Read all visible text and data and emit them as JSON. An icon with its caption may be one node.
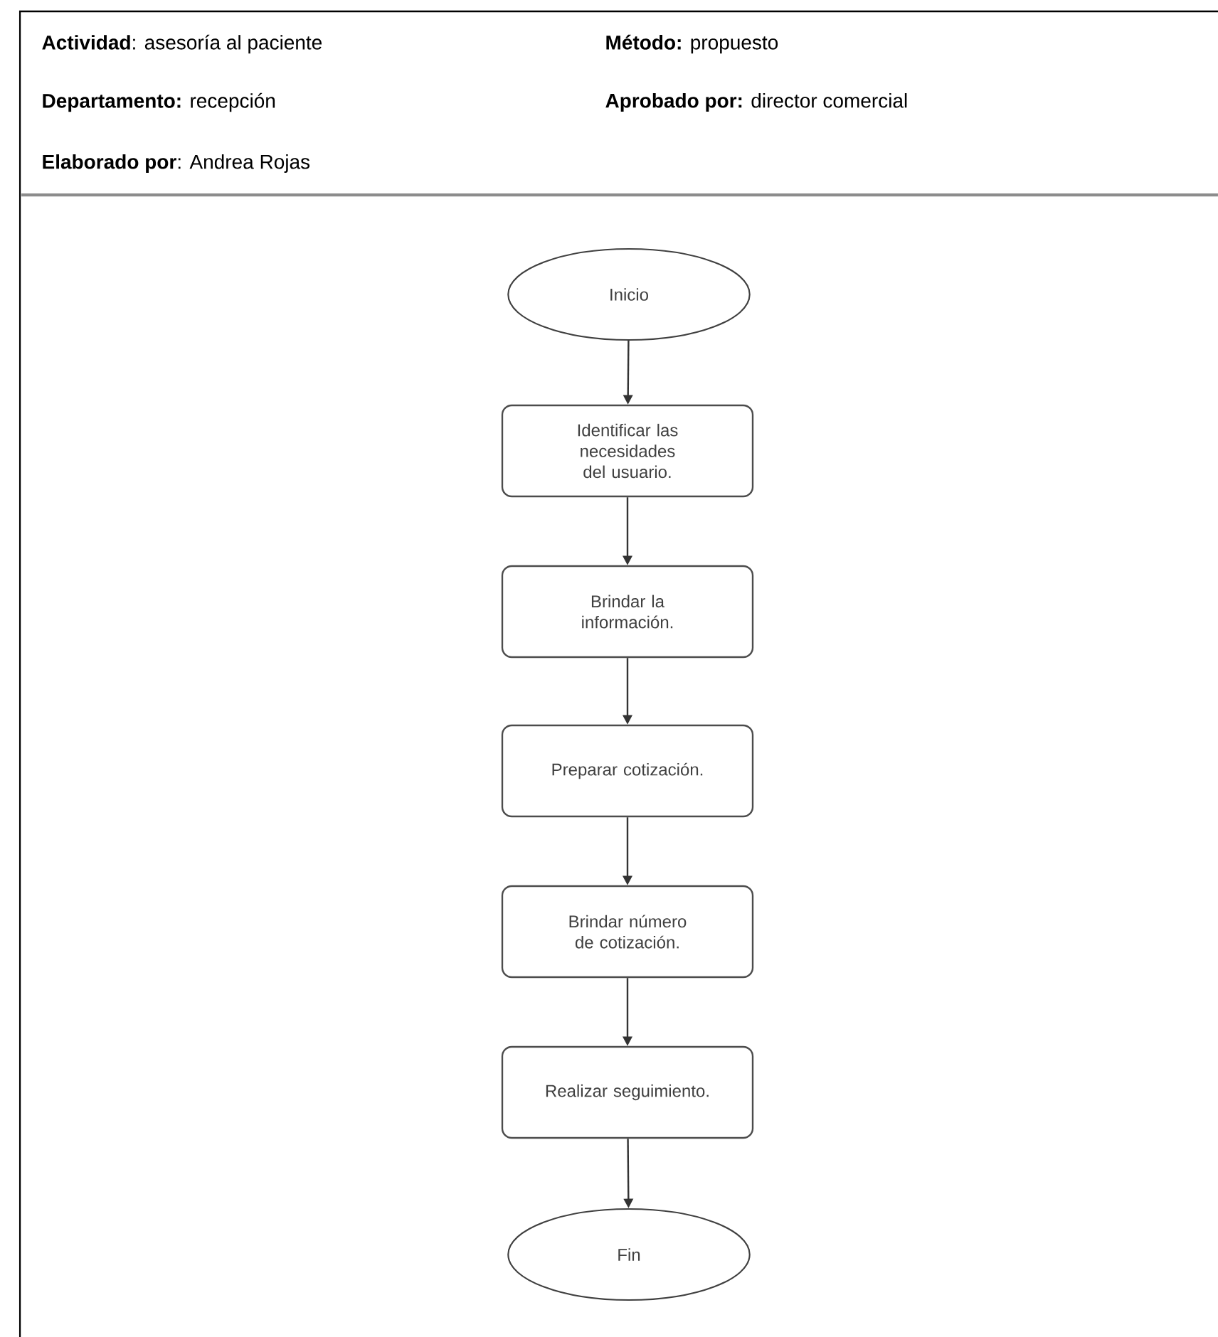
{
  "diagram": {
    "nodes": [
      {
        "text": [
          "Inicio"
        ]
      },
      {
        "text": [
          "Identificar las necesidades del usuario."
        ]
      },
      {
        "text": [
          "Brindar la información."
        ]
      },
      {
        "text": [
          "Preparar cotización."
        ]
      },
      {
        "text": [
          "Brindar número de cotización."
        ]
      },
      {
        "text": [
          "Realizar seguimiento."
        ]
      },
      {
        "text": [
          "Fin"
        ]
      }
    ],
    "edges": [
      {
        "from": 0,
        "to": 1,
        "arrow": "to"
      },
      {
        "from": 1,
        "to": 2,
        "arrow": "to"
      },
      {
        "from": 2,
        "to": 3,
        "arrow": "to"
      },
      {
        "from": 3,
        "to": 4,
        "arrow": "to"
      },
      {
        "from": 4,
        "to": 5,
        "arrow": "to"
      },
      {
        "from": 5,
        "to": 6,
        "arrow": "to"
      }
    ],
    "labels": [
      "**Actividad**: asesoría al paciente",
      "**Método:** propuesto",
      "**Departamento:** recepción",
      "**Aprobado por:** director comercial",
      "**Elaborado por**: Andrea Rojas"
    ]
  }
}
